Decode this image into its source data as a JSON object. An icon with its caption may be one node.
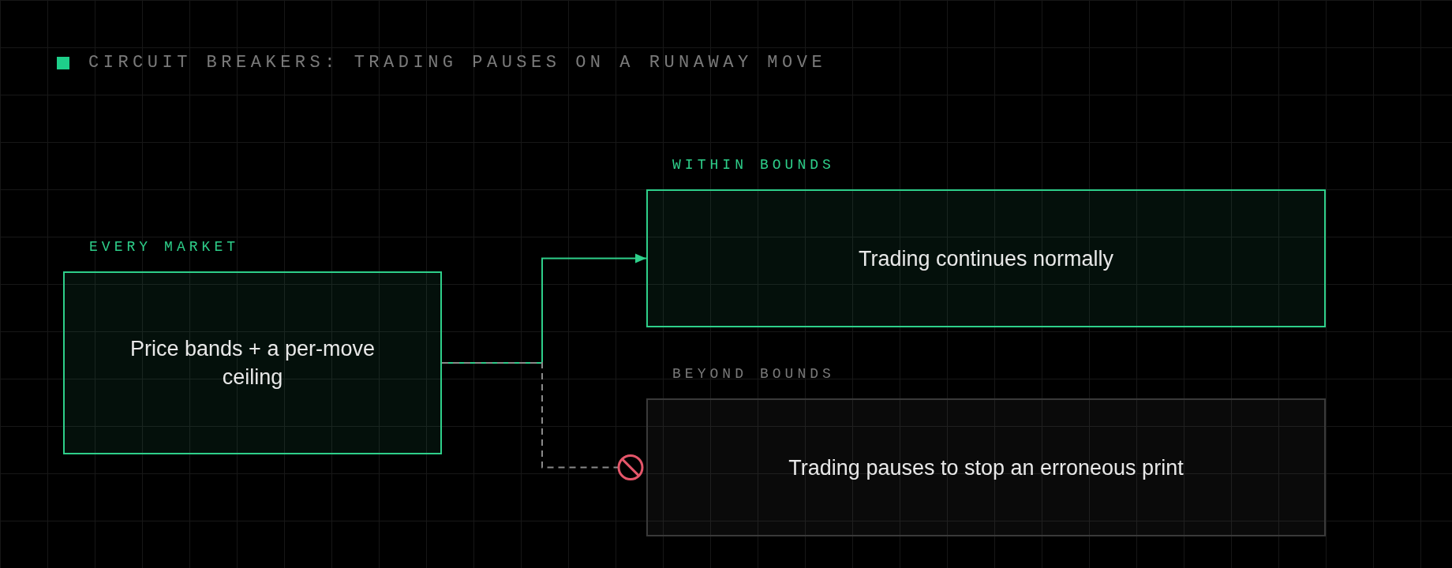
{
  "diagram": {
    "title": "CIRCUIT BREAKERS: TRADING PAUSES ON A RUNAWAY MOVE",
    "nodes": [
      {
        "text": [
          "EVERY MARKET",
          "Price bands + a per-move ceiling"
        ]
      },
      {
        "text": [
          "WITHIN BOUNDS",
          "Trading continues normally"
        ]
      },
      {
        "text": [
          "BEYOND BOUNDS",
          "Trading pauses to stop an erroneous print"
        ]
      }
    ],
    "edges": [
      {
        "from": 0,
        "to": 1,
        "arrow": "to",
        "color": "#2ecf8a"
      },
      {
        "from": 0,
        "to": 2,
        "arrow": "other",
        "style": "dashed",
        "color": "#8a8a8a"
      }
    ]
  }
}
